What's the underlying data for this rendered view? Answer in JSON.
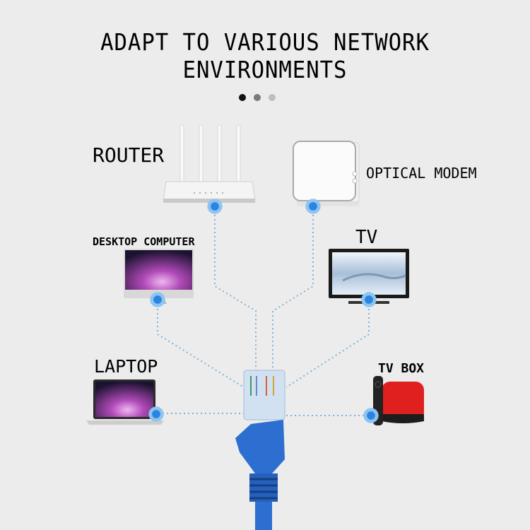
{
  "heading": "ADAPT TO VARIOUS NETWORK ENVIRONMENTS",
  "pagination": {
    "count": 3,
    "active_index": 0,
    "colors": [
      "#111111",
      "#7a7a7a",
      "#bdbdbd"
    ]
  },
  "devices": {
    "router": {
      "label": "ROUTER",
      "icon": "router-icon"
    },
    "optical_modem": {
      "label": "OPTICAL MODEM",
      "icon": "modem-icon"
    },
    "desktop": {
      "label": "DESKTOP COMPUTER",
      "icon": "desktop-computer-icon"
    },
    "tv": {
      "label": "TV",
      "icon": "tv-icon"
    },
    "laptop": {
      "label": "LAPTOP",
      "icon": "laptop-icon"
    },
    "tv_box": {
      "label": "TV BOX",
      "icon": "tv-box-icon"
    }
  },
  "center": {
    "icon": "ethernet-cable-icon"
  },
  "colors": {
    "background": "#ececec",
    "connection_line": "#7fb2d6",
    "node": "#2a84e0",
    "cable": "#2d6fd1",
    "tv_box_red": "#e0201f"
  }
}
